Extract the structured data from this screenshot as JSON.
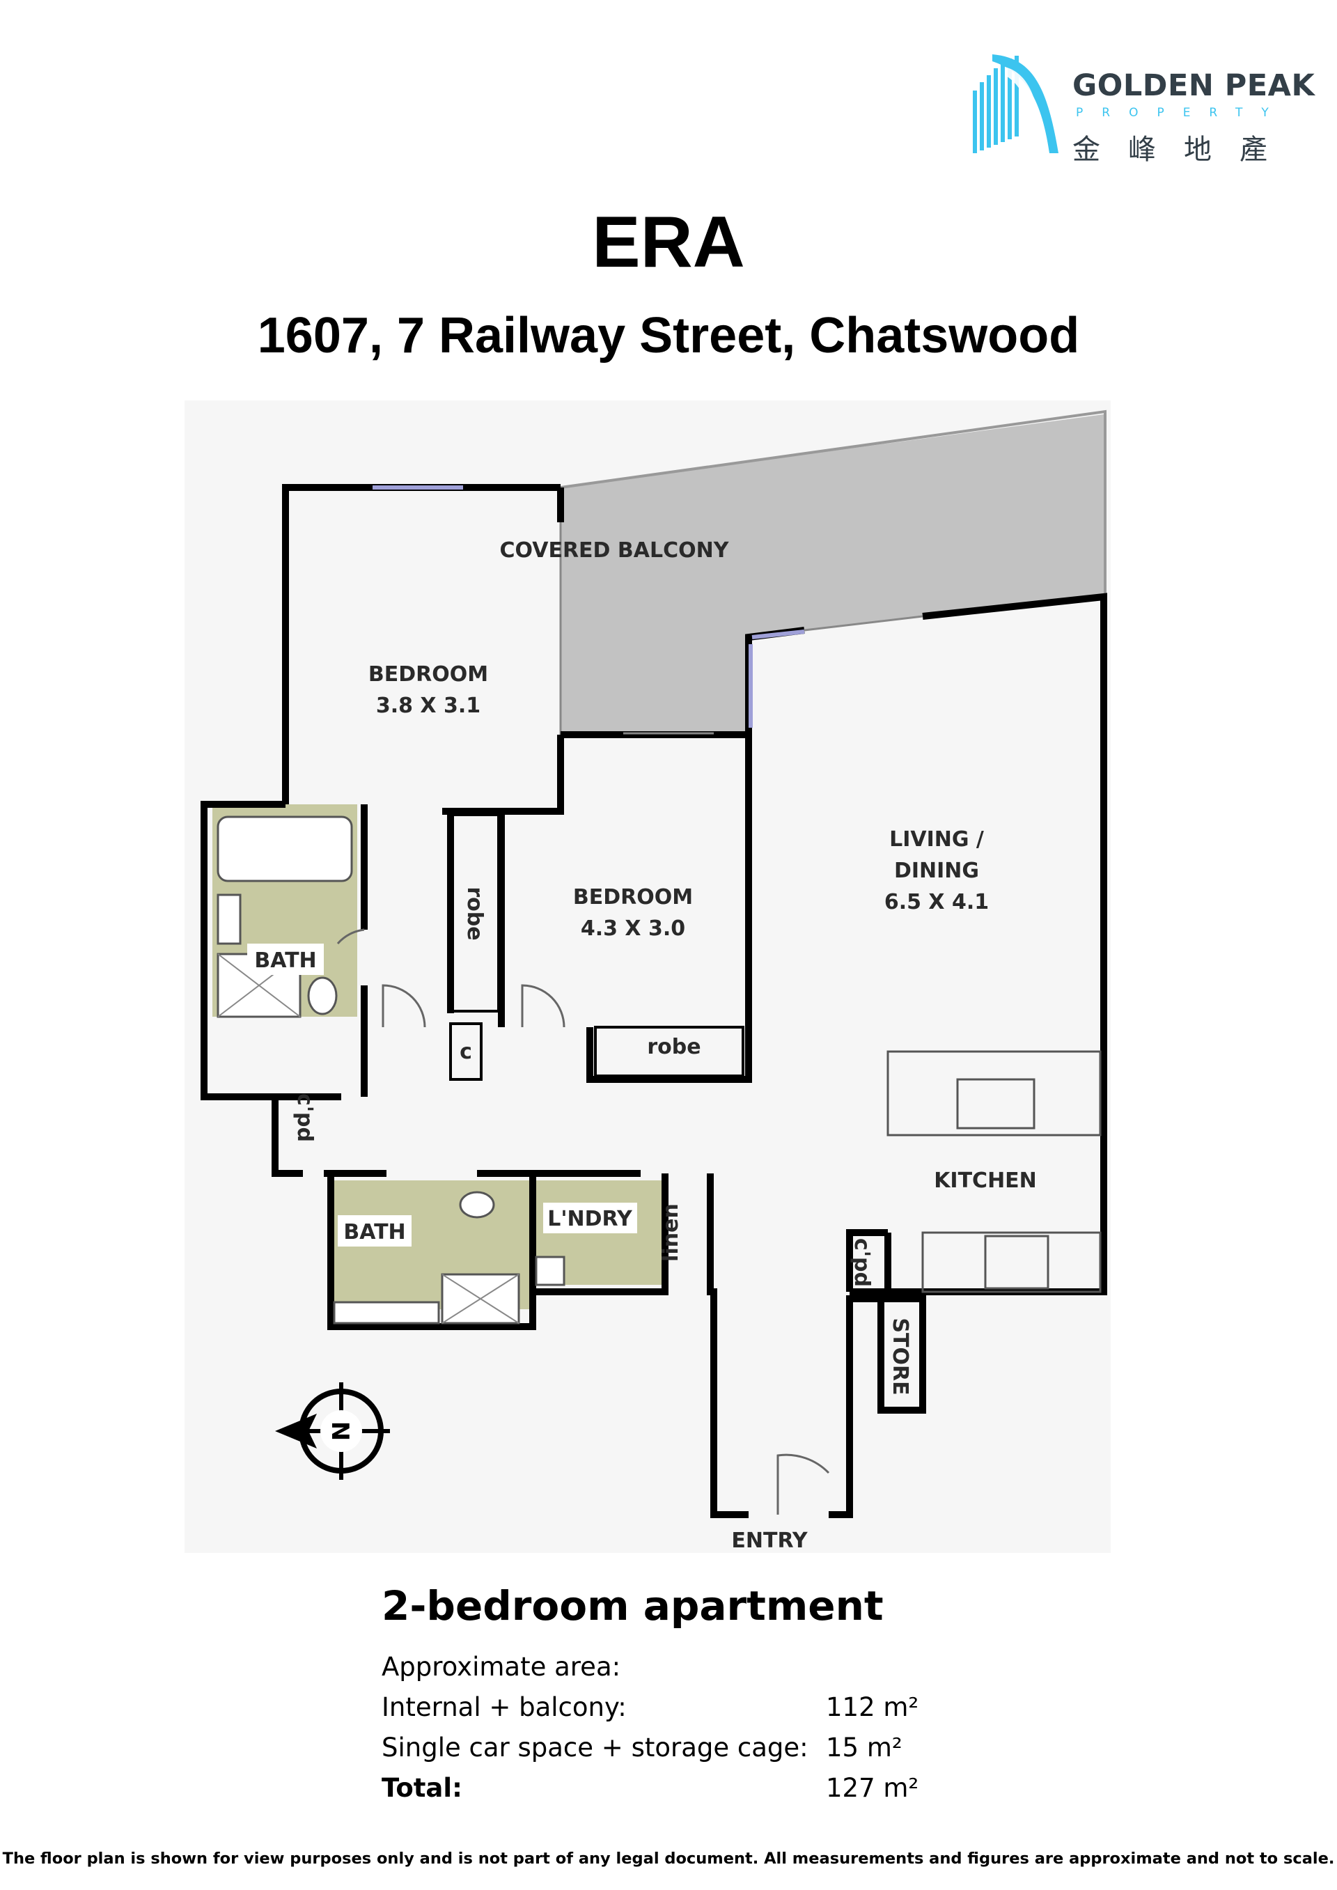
{
  "brand": {
    "name": "GOLDEN PEAK",
    "sub": "PROPERTY",
    "chinese": "金峰地產",
    "colors": {
      "dark": "#333f48",
      "accent": "#3cc4ef"
    }
  },
  "title": "ERA",
  "address": "1607, 7 Railway Street, Chatswood",
  "floorplan": {
    "rooms": {
      "covered_balcony": "COVERED BALCONY",
      "bedroom1": {
        "label": "BEDROOM",
        "dims": "3.8 X 3.1"
      },
      "bedroom2": {
        "label": "BEDROOM",
        "dims": "4.3 X 3.0"
      },
      "living": {
        "line1": "LIVING /",
        "line2": "DINING",
        "dims": "6.5 X 4.1"
      },
      "kitchen": "KITCHEN",
      "bath1": "BATH",
      "bath2": "BATH",
      "laundry": "L'NDRY",
      "robe1": "robe",
      "robe2": "robe",
      "cupboard_small": "c",
      "cpd1": "c'pd",
      "cpd2": "c'pd",
      "linen": "linen",
      "store": "STORE",
      "entry": "ENTRY"
    },
    "compass": "N",
    "colors": {
      "wet_area": "#c7c9a1",
      "balcony": "#c2c2c2",
      "wall": "#000000",
      "window": "#b7b7e6"
    }
  },
  "info": {
    "heading": "2-bedroom apartment",
    "approx_label": "Approximate area:",
    "internal_label": "Internal + balcony:",
    "internal_value": "112 m²",
    "car_label": "Single car space + storage cage:",
    "car_value": "15 m²",
    "total_label": "Total:",
    "total_value": "127 m²"
  },
  "disclaimer": "The floor plan is shown for view purposes only and is not part of any legal document. All measurements and figures are approximate and not to scale."
}
